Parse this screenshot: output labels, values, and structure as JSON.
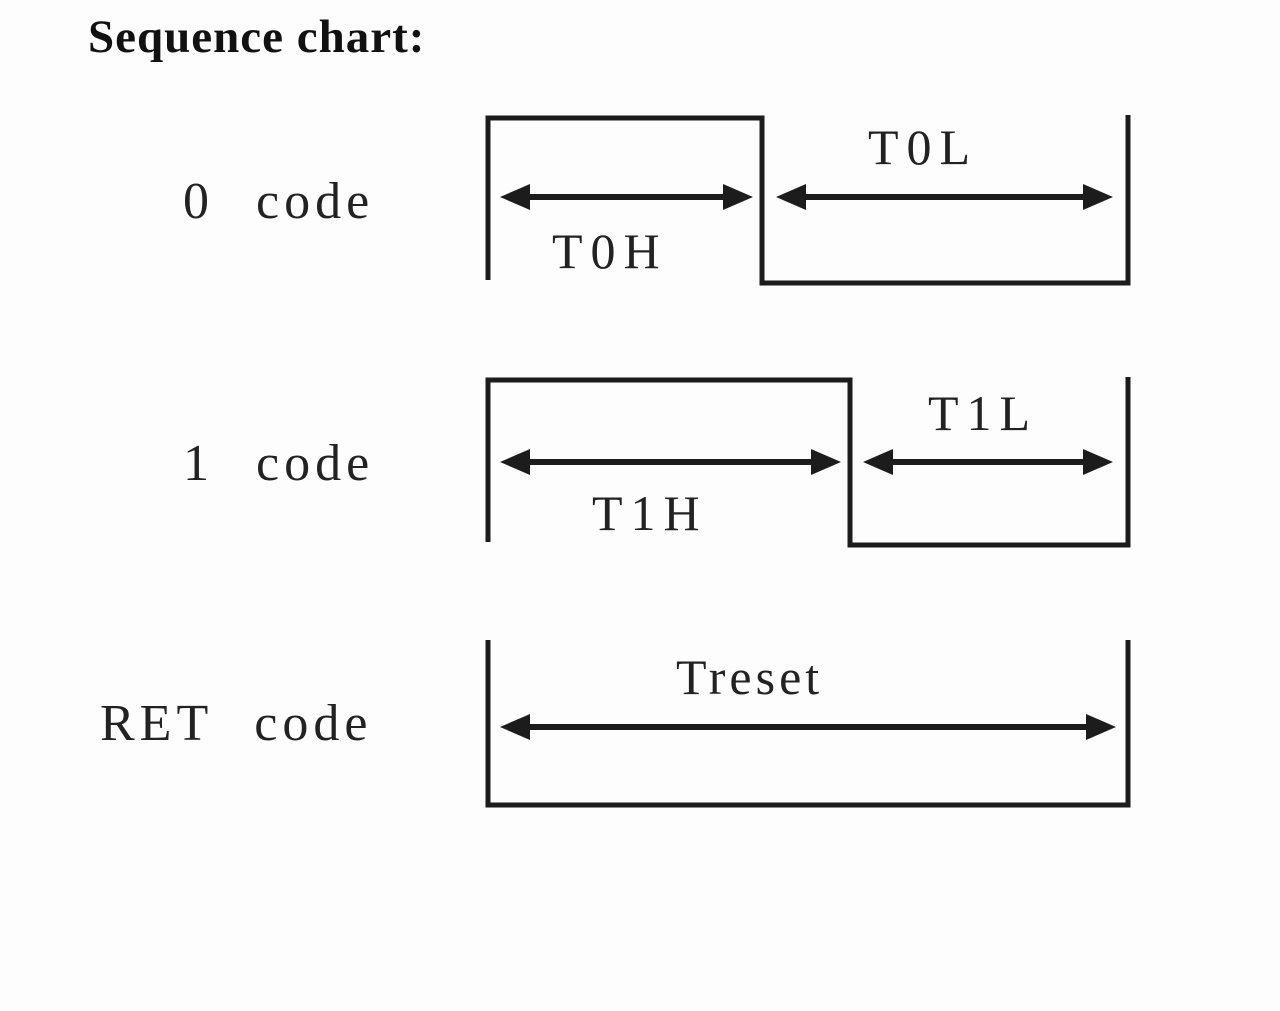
{
  "title": "Sequence chart:",
  "colors": {
    "line": "#1c1c1c",
    "text": "#222222",
    "background": "#fdfdfd"
  },
  "rows": [
    {
      "label": "0 code",
      "high_label": "T0H",
      "low_label": "T0L"
    },
    {
      "label": "1 code",
      "high_label": "T1H",
      "low_label": "T1L"
    },
    {
      "label": "RET code",
      "duration_label": "Treset"
    }
  ]
}
